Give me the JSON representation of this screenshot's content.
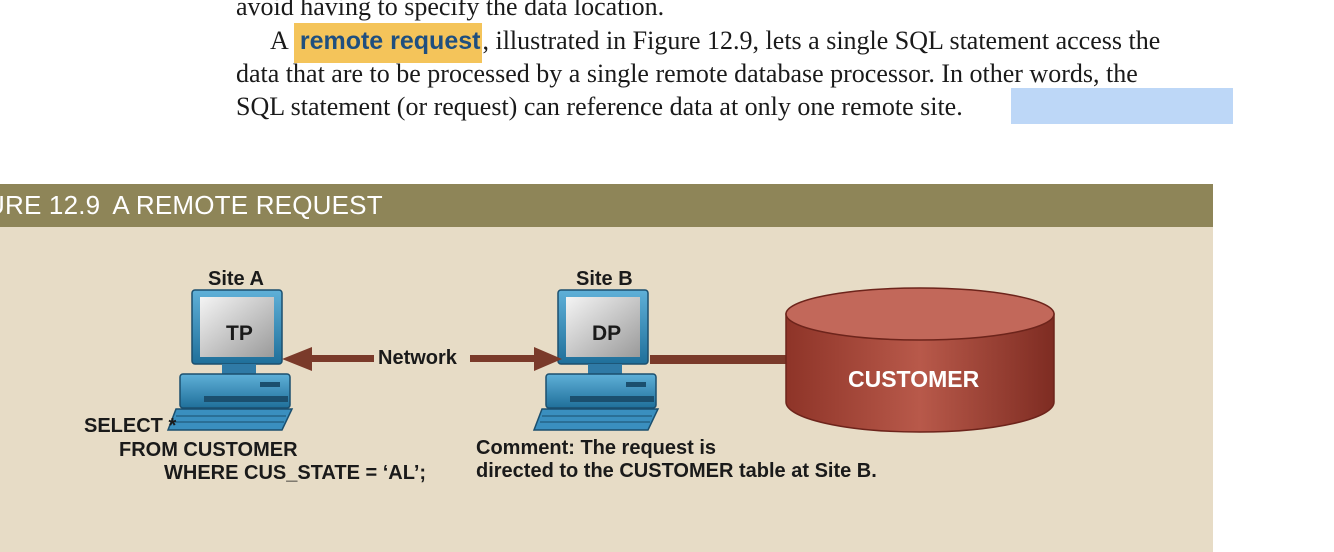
{
  "text": {
    "line0": "avoid having to specify the data location.",
    "line1_prefix": "A ",
    "term": "remote request",
    "line1_rest": ", illustrated in Figure 12.9, lets a single SQL statement access the",
    "line2": "data that are to be processed by a single remote database processor. In other words, the",
    "line3": "SQL statement (or request) can reference data at only one remote site."
  },
  "figure": {
    "number": "URE 12.9",
    "title": "A REMOTE REQUEST",
    "site_a": "Site A",
    "site_b": "Site B",
    "tp": "TP",
    "dp": "DP",
    "network": "Network",
    "database": "CUSTOMER",
    "sql": [
      "SELECT *",
      "FROM CUSTOMER",
      "WHERE CUS_STATE = ‘AL’;"
    ],
    "comment": [
      "Comment: The request is",
      "directed to the CUSTOMER table at Site B."
    ]
  },
  "colors": {
    "figure_bg": "#e7dcc6",
    "header_bg": "#8e8558",
    "arrow": "#7a3a2a",
    "cylinder": "#a9483a",
    "highlight": "#f4c45a",
    "selection": "#bdd7f7"
  }
}
